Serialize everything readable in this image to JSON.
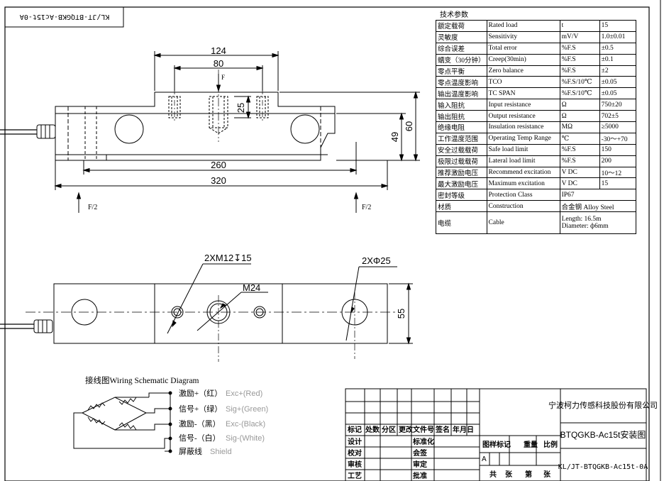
{
  "drawing": {
    "stamp_rotated": "KL/JT-BTQGKB-Ac15t-0A",
    "force_center": "F",
    "force_side_left": "F/2",
    "force_side_right": "F/2",
    "dim_top_outer": "124",
    "dim_top_inner": "80",
    "dim_thread_depth": "25",
    "dim_height_small": "49",
    "dim_height_total": "60",
    "dim_hole_span": "260",
    "dim_length": "320",
    "label_bolts": "2XM12↧15",
    "label_holes": "2XΦ25",
    "label_center_thread": "M24",
    "dim_width": "55"
  },
  "spec": {
    "title": "技术参数",
    "rows": [
      {
        "cn": "额定载荷",
        "en": "Rated load",
        "unit": "t",
        "value": "15"
      },
      {
        "cn": "灵敏度",
        "en": "Sensitivity",
        "unit": "mV/V",
        "value": "1.0±0.01"
      },
      {
        "cn": "综合误差",
        "en": "Total error",
        "unit": "%F.S",
        "value": "±0.5"
      },
      {
        "cn": "蠕变（30分钟）",
        "en": "Creep(30min)",
        "unit": "%F.S",
        "value": "±0.1"
      },
      {
        "cn": "零点平衡",
        "en": "Zero balance",
        "unit": "%F.S",
        "value": "±2"
      },
      {
        "cn": "零点温度影响",
        "en": "TCO",
        "unit": "%F.S/10℃",
        "value": "±0.05"
      },
      {
        "cn": "输出温度影响",
        "en": "TC SPAN",
        "unit": "%F.S/10℃",
        "value": "±0.05"
      },
      {
        "cn": "输入阻抗",
        "en": "Input resistance",
        "unit": "Ω",
        "value": "750±20"
      },
      {
        "cn": "输出阻抗",
        "en": "Output resistance",
        "unit": "Ω",
        "value": "702±5"
      },
      {
        "cn": "绝缘电阻",
        "en": "Insulation resistance",
        "unit": "MΩ",
        "value": "≥5000"
      },
      {
        "cn": "工作温度范围",
        "en": "Operating Temp Range",
        "unit": "℃",
        "value": "-30～+70"
      },
      {
        "cn": "安全过载载荷",
        "en": "Safe load limit",
        "unit": "%F.S",
        "value": "150"
      },
      {
        "cn": "极限过载载荷",
        "en": "Lateral load limit",
        "unit": "%F.S",
        "value": "200"
      },
      {
        "cn": "推荐激励电压",
        "en": "Recommend excitation",
        "unit": "V DC",
        "value": "10～12"
      },
      {
        "cn": "最大激励电压",
        "en": "Maximum excitation",
        "unit": "V DC",
        "value": "15"
      },
      {
        "cn": "密封等级",
        "en": "Protection Class",
        "unit": "IP67",
        "value": ""
      },
      {
        "cn": "材质",
        "en": "Construction",
        "unit": "合金钢 Alloy Steel",
        "value": ""
      }
    ],
    "cable": {
      "cn": "电缆",
      "en": "Cable",
      "length": "Length:   16.5m",
      "diameter": "Diameter: ф6mm"
    }
  },
  "wiring": {
    "title": "接线图Wiring Schematic Diagram",
    "lines": [
      {
        "cn": "激励+（红）",
        "en": "Exc+(Red)"
      },
      {
        "cn": "信号+（绿）",
        "en": "Sig+(Green)"
      },
      {
        "cn": "激励-（黑）",
        "en": "Exc-(Black)"
      },
      {
        "cn": "信号-（白）",
        "en": "Sig-(White)"
      },
      {
        "cn": "屏蔽线",
        "en": "Shield"
      }
    ]
  },
  "title_block": {
    "company": "宁波柯力传感科技股份有限公司",
    "drawing_name": "BTQGKB-Ac15t安装图",
    "drawing_no": "KL/JT-BTQGKB-Ac15t-0A",
    "rev_headers": [
      "标记",
      "处数",
      "分区",
      "更改文件号",
      "签名",
      "年月日"
    ],
    "left_rows": [
      "设计",
      "校对",
      "审核",
      "工艺"
    ],
    "mid_rows": [
      "标准化",
      "会签",
      "审定",
      "批准"
    ],
    "stage_headers": [
      "图样标记",
      "重量",
      "比例"
    ],
    "stage_mark": "A",
    "sheet_info": [
      "共",
      "张",
      "第",
      "张"
    ]
  }
}
